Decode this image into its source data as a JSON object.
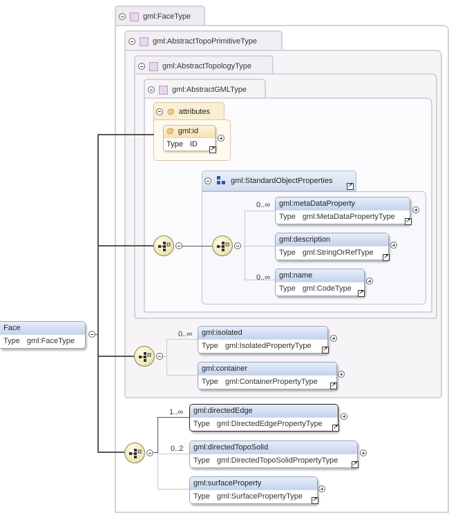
{
  "root": {
    "name": "Face",
    "type_key": "Type",
    "type_value": "gml:FaceType"
  },
  "types": {
    "face_type": "gml:FaceType",
    "abstract_topo_primitive": "gml:AbstractTopoPrimitiveType",
    "abstract_topology": "gml:AbstractTopologyType",
    "abstract_gml": "gml:AbstractGMLType"
  },
  "attributes": {
    "label": "attributes",
    "at_symbol": "@",
    "id": {
      "name": "gml:id",
      "type_key": "Type",
      "type_value": "ID"
    }
  },
  "standard_object_properties": {
    "label": "gml:StandardObjectProperties",
    "children": [
      {
        "name": "gml:metaDataProperty",
        "type_key": "Type",
        "type_value": "gml:MetaDataPropertyType",
        "occurs": "0..∞"
      },
      {
        "name": "gml:description",
        "type_key": "Type",
        "type_value": "gml:StringOrRefType",
        "occurs": ""
      },
      {
        "name": "gml:name",
        "type_key": "Type",
        "type_value": "gml:CodeType",
        "occurs": "0..∞"
      }
    ]
  },
  "topo_primitive_children": [
    {
      "name": "gml:isolated",
      "type_key": "Type",
      "type_value": "gml:IsolatedPropertyType",
      "occurs": "0..∞"
    },
    {
      "name": "gml:container",
      "type_key": "Type",
      "type_value": "gml:ContainerPropertyType",
      "occurs": ""
    }
  ],
  "face_children": [
    {
      "name": "gml:directedEdge",
      "type_key": "Type",
      "type_value": "gml:DirectedEdgePropertyType",
      "occurs": "1..∞"
    },
    {
      "name": "gml:directedTopoSolid",
      "type_key": "Type",
      "type_value": "gml:DirectedTopoSolidPropertyType",
      "occurs": "0..2"
    },
    {
      "name": "gml:surfaceProperty",
      "type_key": "Type",
      "type_value": "gml:SurfacePropertyType",
      "occurs": ""
    }
  ],
  "colors": {
    "type_frame": "#d6d2da",
    "element_header": "#c5d3ec",
    "attribute": "#f5e2b4",
    "sequence": "#f0e9b8"
  }
}
